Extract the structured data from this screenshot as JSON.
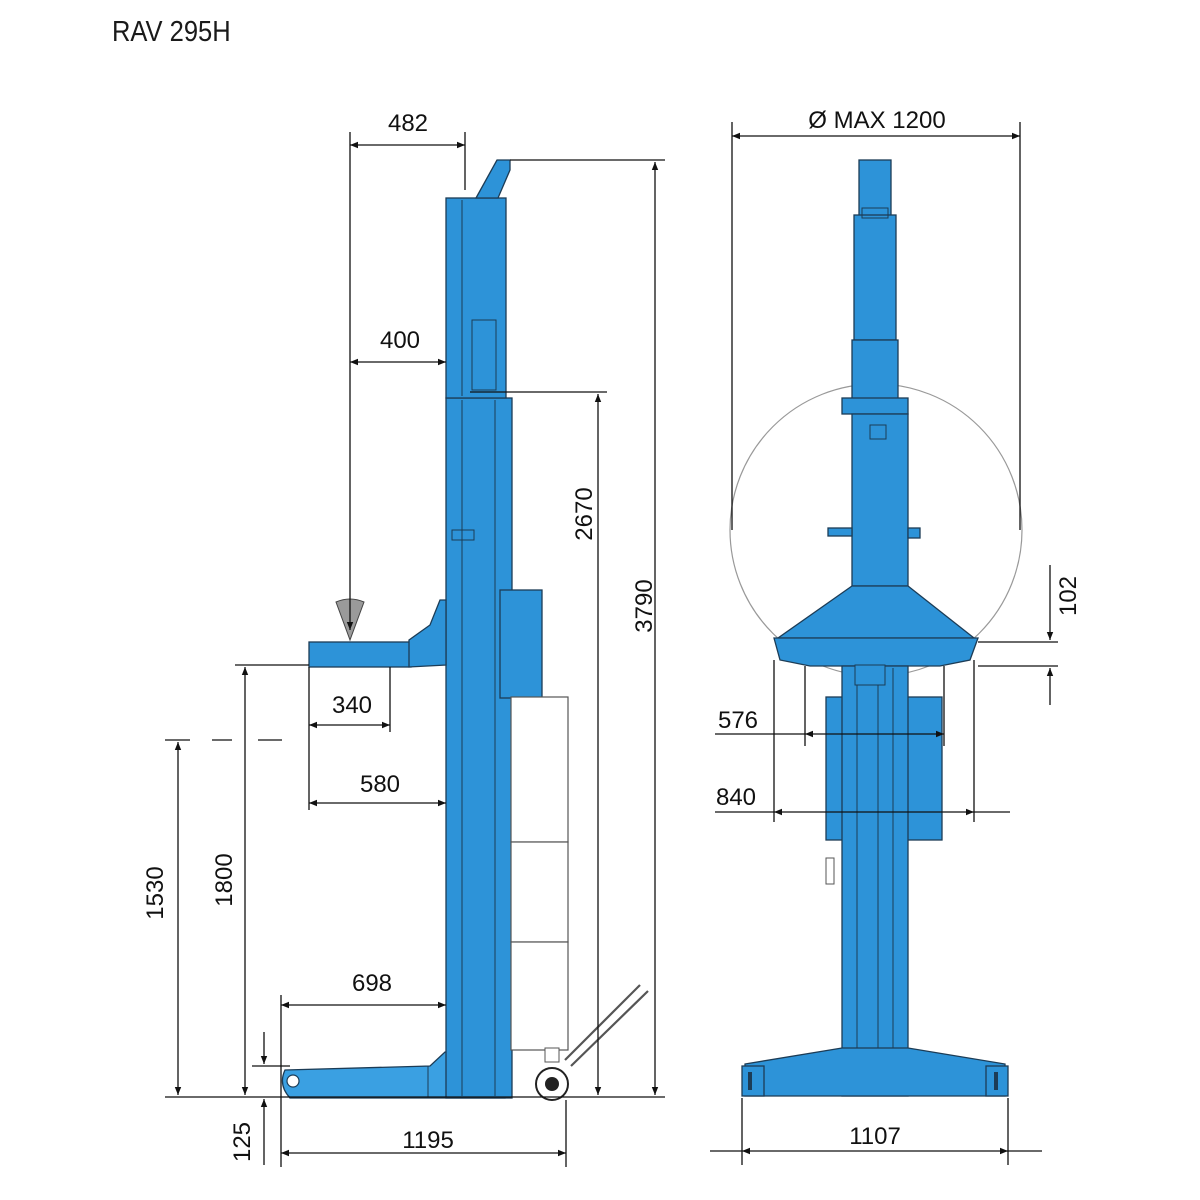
{
  "title": "RAV 295H",
  "colors": {
    "body": "#2d93d8",
    "outline": "#1c3c56",
    "dimension_lines": "#111111"
  },
  "dimensions": {
    "d482": "482",
    "d400": "400",
    "d2670": "2670",
    "d3790": "3790",
    "d340": "340",
    "d580": "580",
    "d1530": "1530",
    "d1800": "1800",
    "d698": "698",
    "d125": "125",
    "d1195": "1195",
    "dmax": "Ø MAX 1200",
    "d102": "102",
    "d576": "576",
    "d840": "840",
    "d1107": "1107"
  }
}
